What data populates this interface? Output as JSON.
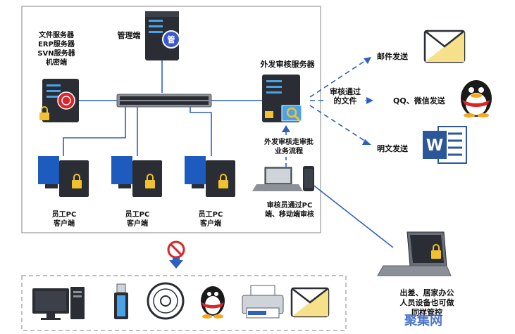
{
  "diagram": {
    "file_server_label": "文件服务器\nERP服务器\nSVN服务器\n机密端",
    "admin_label": "管理端",
    "admin_icon_char": "管",
    "outbound_server_label": "外发审核服务器",
    "approved_file_label": "审核通过\n的文件",
    "approval_flow_label": "外发审核走审批\n业务流程",
    "reviewer_label": "审核员通过PC\n端、移动端审核",
    "pc_labels": [
      "员工PC\n客户端",
      "员工PC\n客户端",
      "员工PC\n客户端"
    ],
    "outputs": {
      "email": "邮件发送",
      "qq": "QQ、微信发送",
      "plain": "明文发送"
    },
    "remote_label": "出差、居家办公\n人员设备也可做\n同样管控",
    "watermark": "聚集网"
  },
  "colors": {
    "line_blue": "#2f5fbf",
    "server_dark": "#2a2d33",
    "lock_yellow": "#f2c12e",
    "red_forbid": "#d9262a",
    "word_blue": "#2b579a"
  }
}
